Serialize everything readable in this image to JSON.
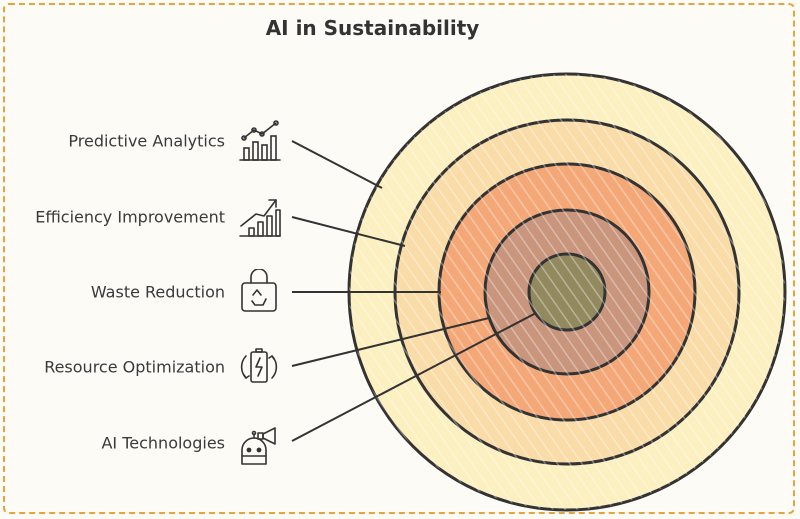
{
  "title": "AI in Sustainability",
  "layers": [
    {
      "label": "Predictive Analytics",
      "icon": "chart-growth-icon"
    },
    {
      "label": "Efficiency Improvement",
      "icon": "bar-trend-up-icon"
    },
    {
      "label": "Waste Reduction",
      "icon": "recycle-bag-icon"
    },
    {
      "label": "Resource Optimization",
      "icon": "battery-cycle-icon"
    },
    {
      "label": "AI Technologies",
      "icon": "robot-megaphone-icon"
    }
  ],
  "colors": {
    "ring1": "#fcefc0",
    "ring2": "#f9dca8",
    "ring3": "#f5a877",
    "ring4": "#c9957c",
    "core": "#928a5e",
    "frame": "#e8a33c",
    "stroke": "#333333"
  }
}
